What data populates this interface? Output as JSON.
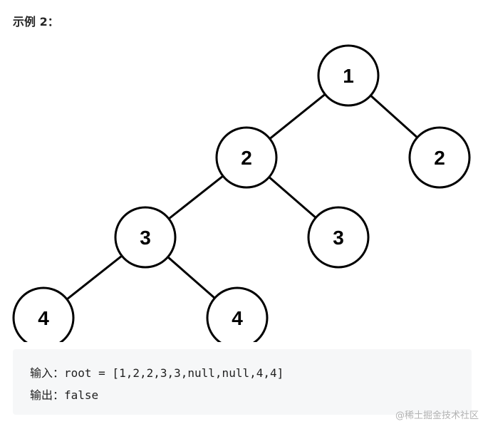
{
  "heading": "示例 2：",
  "tree": {
    "nodes": [
      {
        "id": "n1",
        "label": "1"
      },
      {
        "id": "n2",
        "label": "2"
      },
      {
        "id": "n3",
        "label": "2"
      },
      {
        "id": "n4",
        "label": "3"
      },
      {
        "id": "n5",
        "label": "3"
      },
      {
        "id": "n6",
        "label": "4"
      },
      {
        "id": "n7",
        "label": "4"
      }
    ],
    "edges": [
      [
        "n1",
        "n2"
      ],
      [
        "n1",
        "n3"
      ],
      [
        "n2",
        "n4"
      ],
      [
        "n2",
        "n5"
      ],
      [
        "n4",
        "n6"
      ],
      [
        "n4",
        "n7"
      ]
    ]
  },
  "example": {
    "input_line": "输入：root = [1,2,2,3,3,null,null,4,4]",
    "output_line": "输出：false"
  },
  "watermark": "@稀土掘金技术社区"
}
